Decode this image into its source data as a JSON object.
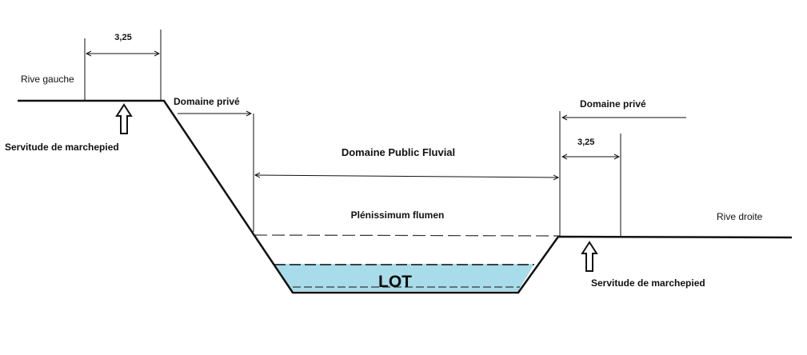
{
  "diagram": {
    "labels": {
      "rive_gauche": "Rive gauche",
      "rive_droite": "Rive droite",
      "distance_left": "3,25",
      "distance_right": "3,25",
      "domaine_prive_left": "Domaine  privé",
      "domaine_prive_right": "Domaine  privé",
      "domaine_public": "Domaine Public Fluvial",
      "plenissimum": "Plénissimum flumen",
      "servitude_left": "Servitude de marchepied",
      "servitude_right": "Servitude de marchepied",
      "river_name": "LOT"
    },
    "colors": {
      "water": "#a9dcea",
      "ink": "#111111"
    },
    "icons": [
      "up-arrow-icon",
      "up-arrow-icon"
    ]
  }
}
